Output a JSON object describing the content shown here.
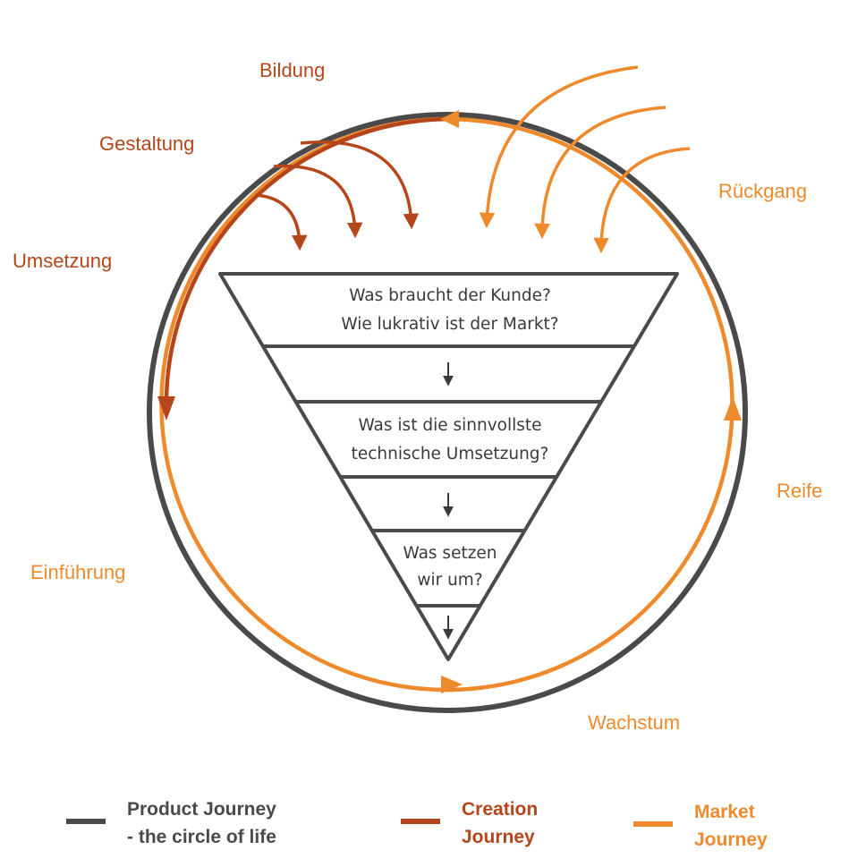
{
  "colors": {
    "product": "#4a4a4a",
    "creation": "#b5461c",
    "market": "#ee8a2c",
    "text": "#3a3a3a"
  },
  "stages": {
    "bildung": "Bildung",
    "gestaltung": "Gestaltung",
    "umsetzung": "Umsetzung",
    "einfuehrung": "Einführung",
    "wachstum": "Wachstum",
    "reife": "Reife",
    "rueckgang": "Rückgang"
  },
  "funnel": {
    "q1_line1": "Was braucht der Kunde?",
    "q1_line2": "Wie lukrativ ist der Markt?",
    "q2_line1": "Was ist die sinnvollste",
    "q2_line2": "technische Umsetzung?",
    "q3_line1": "Was setzen",
    "q3_line2": "wir um?"
  },
  "legend": {
    "product_line1": "Product Journey",
    "product_line2": "- the circle of life",
    "creation_line1": "Creation",
    "creation_line2": "Journey",
    "market_line1": "Market",
    "market_line2": "Journey"
  }
}
